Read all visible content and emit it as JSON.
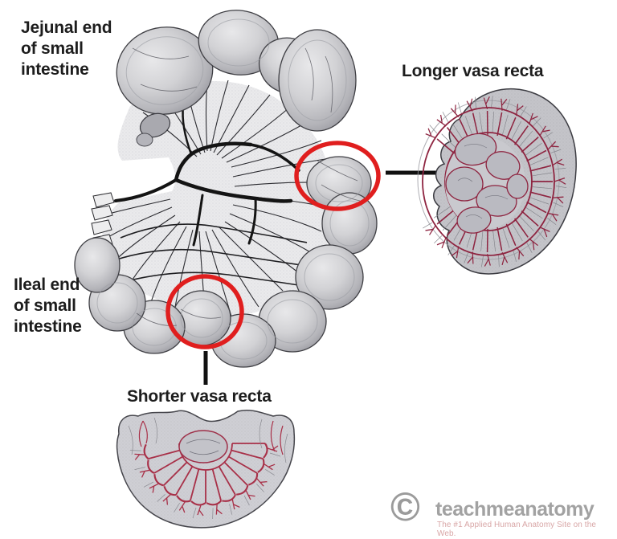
{
  "figure": {
    "labels": {
      "jejunal_end": "Jejunal end\nof small\nintestine",
      "ileal_end": "Ileal end\nof small\nintestine",
      "longer_vasa_recta": "Longer vasa recta",
      "shorter_vasa_recta": "Shorter vasa recta"
    }
  },
  "icons": {
    "copyright": "©"
  },
  "watermark": {
    "brand": "teachmeanatomy",
    "tagline": "The #1 Applied Human Anatomy Site on the Web."
  },
  "colors": {
    "highlight_red": "#e01e1e",
    "vessel_red": "#8e2440",
    "arcade_red": "#a83048",
    "ink_black": "#141414",
    "label_text": "#1d1d1d",
    "brand_gray": "#a2a2a2",
    "tagline_pink": "#d8a6a6"
  }
}
